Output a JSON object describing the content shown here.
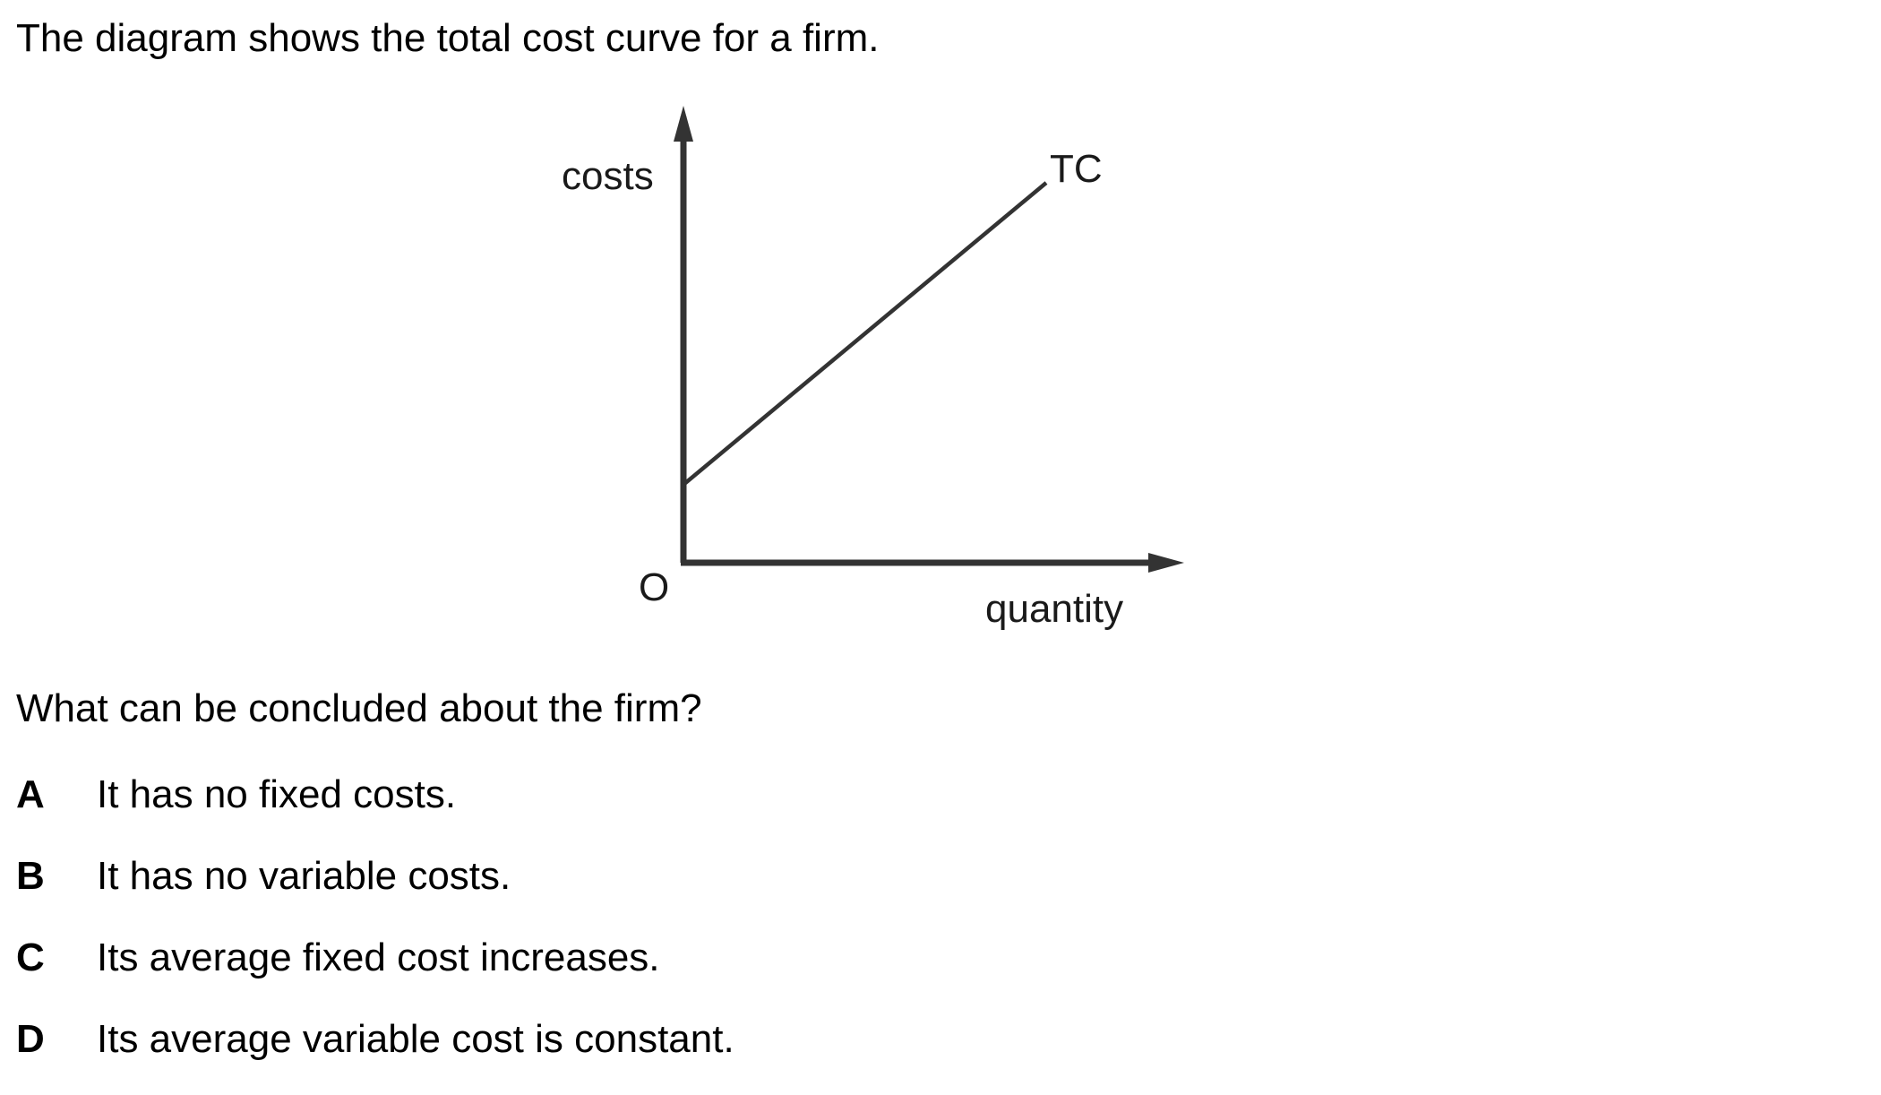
{
  "intro": "The diagram shows the total cost curve for a firm.",
  "diagram": {
    "y_axis_label": "costs",
    "x_axis_label": "quantity",
    "origin_label": "O",
    "curve_label": "TC",
    "curve": {
      "type": "straight line",
      "y_intercept": "positive (above origin)",
      "slope": "constant, positive"
    }
  },
  "question": "What can be concluded about the firm?",
  "options": [
    {
      "letter": "A",
      "text": "It has no fixed costs."
    },
    {
      "letter": "B",
      "text": "It has no variable costs."
    },
    {
      "letter": "C",
      "text": "Its average fixed cost increases."
    },
    {
      "letter": "D",
      "text": "Its average variable cost is constant."
    }
  ]
}
